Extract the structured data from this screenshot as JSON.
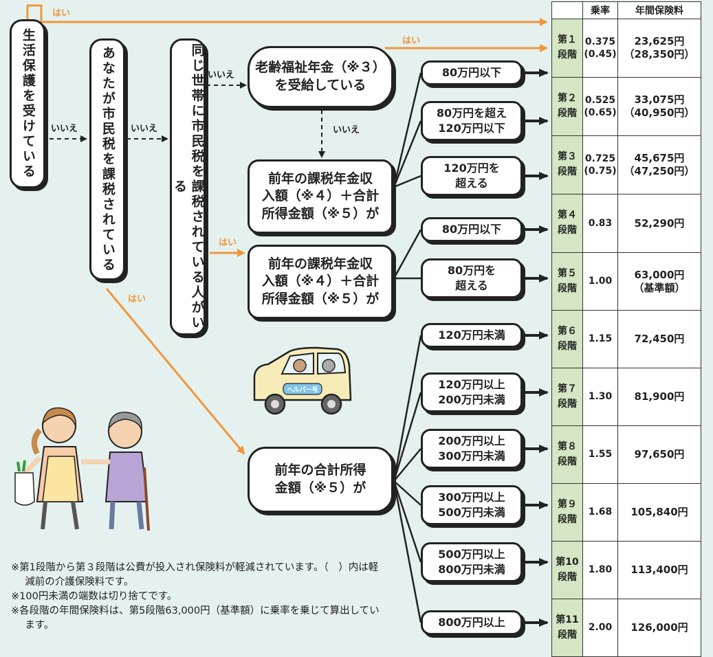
{
  "labels": {
    "yes": "はい",
    "no": "いいえ"
  },
  "questions": {
    "welfare": "生活保護を受けている",
    "taxed": "あなたが市民税を課税されている",
    "household": "同じ世帯に市民税を課税されている人がいる",
    "pension": "老齢福祉年金（※３）\nを受給している",
    "income_a": "前年の課税年金収\n入額（※４）＋合計\n所得金額（※５）が",
    "income_b": "前年の課税年金収\n入額（※４）＋合計\n所得金額（※５）が",
    "income_c": "前年の合計所得\n金額（※５）が"
  },
  "ranges": [
    "80万円以下",
    "80万円を超え\n120万円以下",
    "120万円を\n超える",
    "80万円以下",
    "80万円を\n超える",
    "120万円未満",
    "120万円以上\n200万円未満",
    "200万円以上\n300万円未満",
    "300万円以上\n500万円未満",
    "500万円以上\n800万円未満",
    "800万円以上"
  ],
  "table": {
    "headers": [
      "",
      "乗率",
      "年間保険料"
    ],
    "rows": [
      {
        "stage": "第１\n段階",
        "rate": "0.375\n(0.45)",
        "premium": "23,625円\n（28,350円）"
      },
      {
        "stage": "第２\n段階",
        "rate": "0.525\n(0.65)",
        "premium": "33,075円\n（40,950円）"
      },
      {
        "stage": "第３\n段階",
        "rate": "0.725\n(0.75)",
        "premium": "45,675円\n（47,250円）"
      },
      {
        "stage": "第４\n段階",
        "rate": "0.83",
        "premium": "52,290円"
      },
      {
        "stage": "第５\n段階",
        "rate": "1.00",
        "premium": "63,000円\n（基準額）"
      },
      {
        "stage": "第６\n段階",
        "rate": "1.15",
        "premium": "72,450円"
      },
      {
        "stage": "第７\n段階",
        "rate": "1.30",
        "premium": "81,900円"
      },
      {
        "stage": "第８\n段階",
        "rate": "1.55",
        "premium": "97,650円"
      },
      {
        "stage": "第９\n段階",
        "rate": "1.68",
        "premium": "105,840円"
      },
      {
        "stage": "第10\n段階",
        "rate": "1.80",
        "premium": "113,400円"
      },
      {
        "stage": "第11\n段階",
        "rate": "2.00",
        "premium": "126,000円"
      }
    ]
  },
  "car_label": "ヘルパー号",
  "notes": [
    "※第1段階から第３段階は公費が投入され保険料が軽減されています。（　）内は軽減前の介護保険料です。",
    "※100円未満の端数は切り捨てです。",
    "※各段階の年間保険料は、第5段階63,000円（基準額）に乗率を乗じて算出しています。"
  ],
  "colors": {
    "accent": "#f0963a",
    "stage_bg": "#d4e6c3",
    "background": "#e4f1ef"
  }
}
